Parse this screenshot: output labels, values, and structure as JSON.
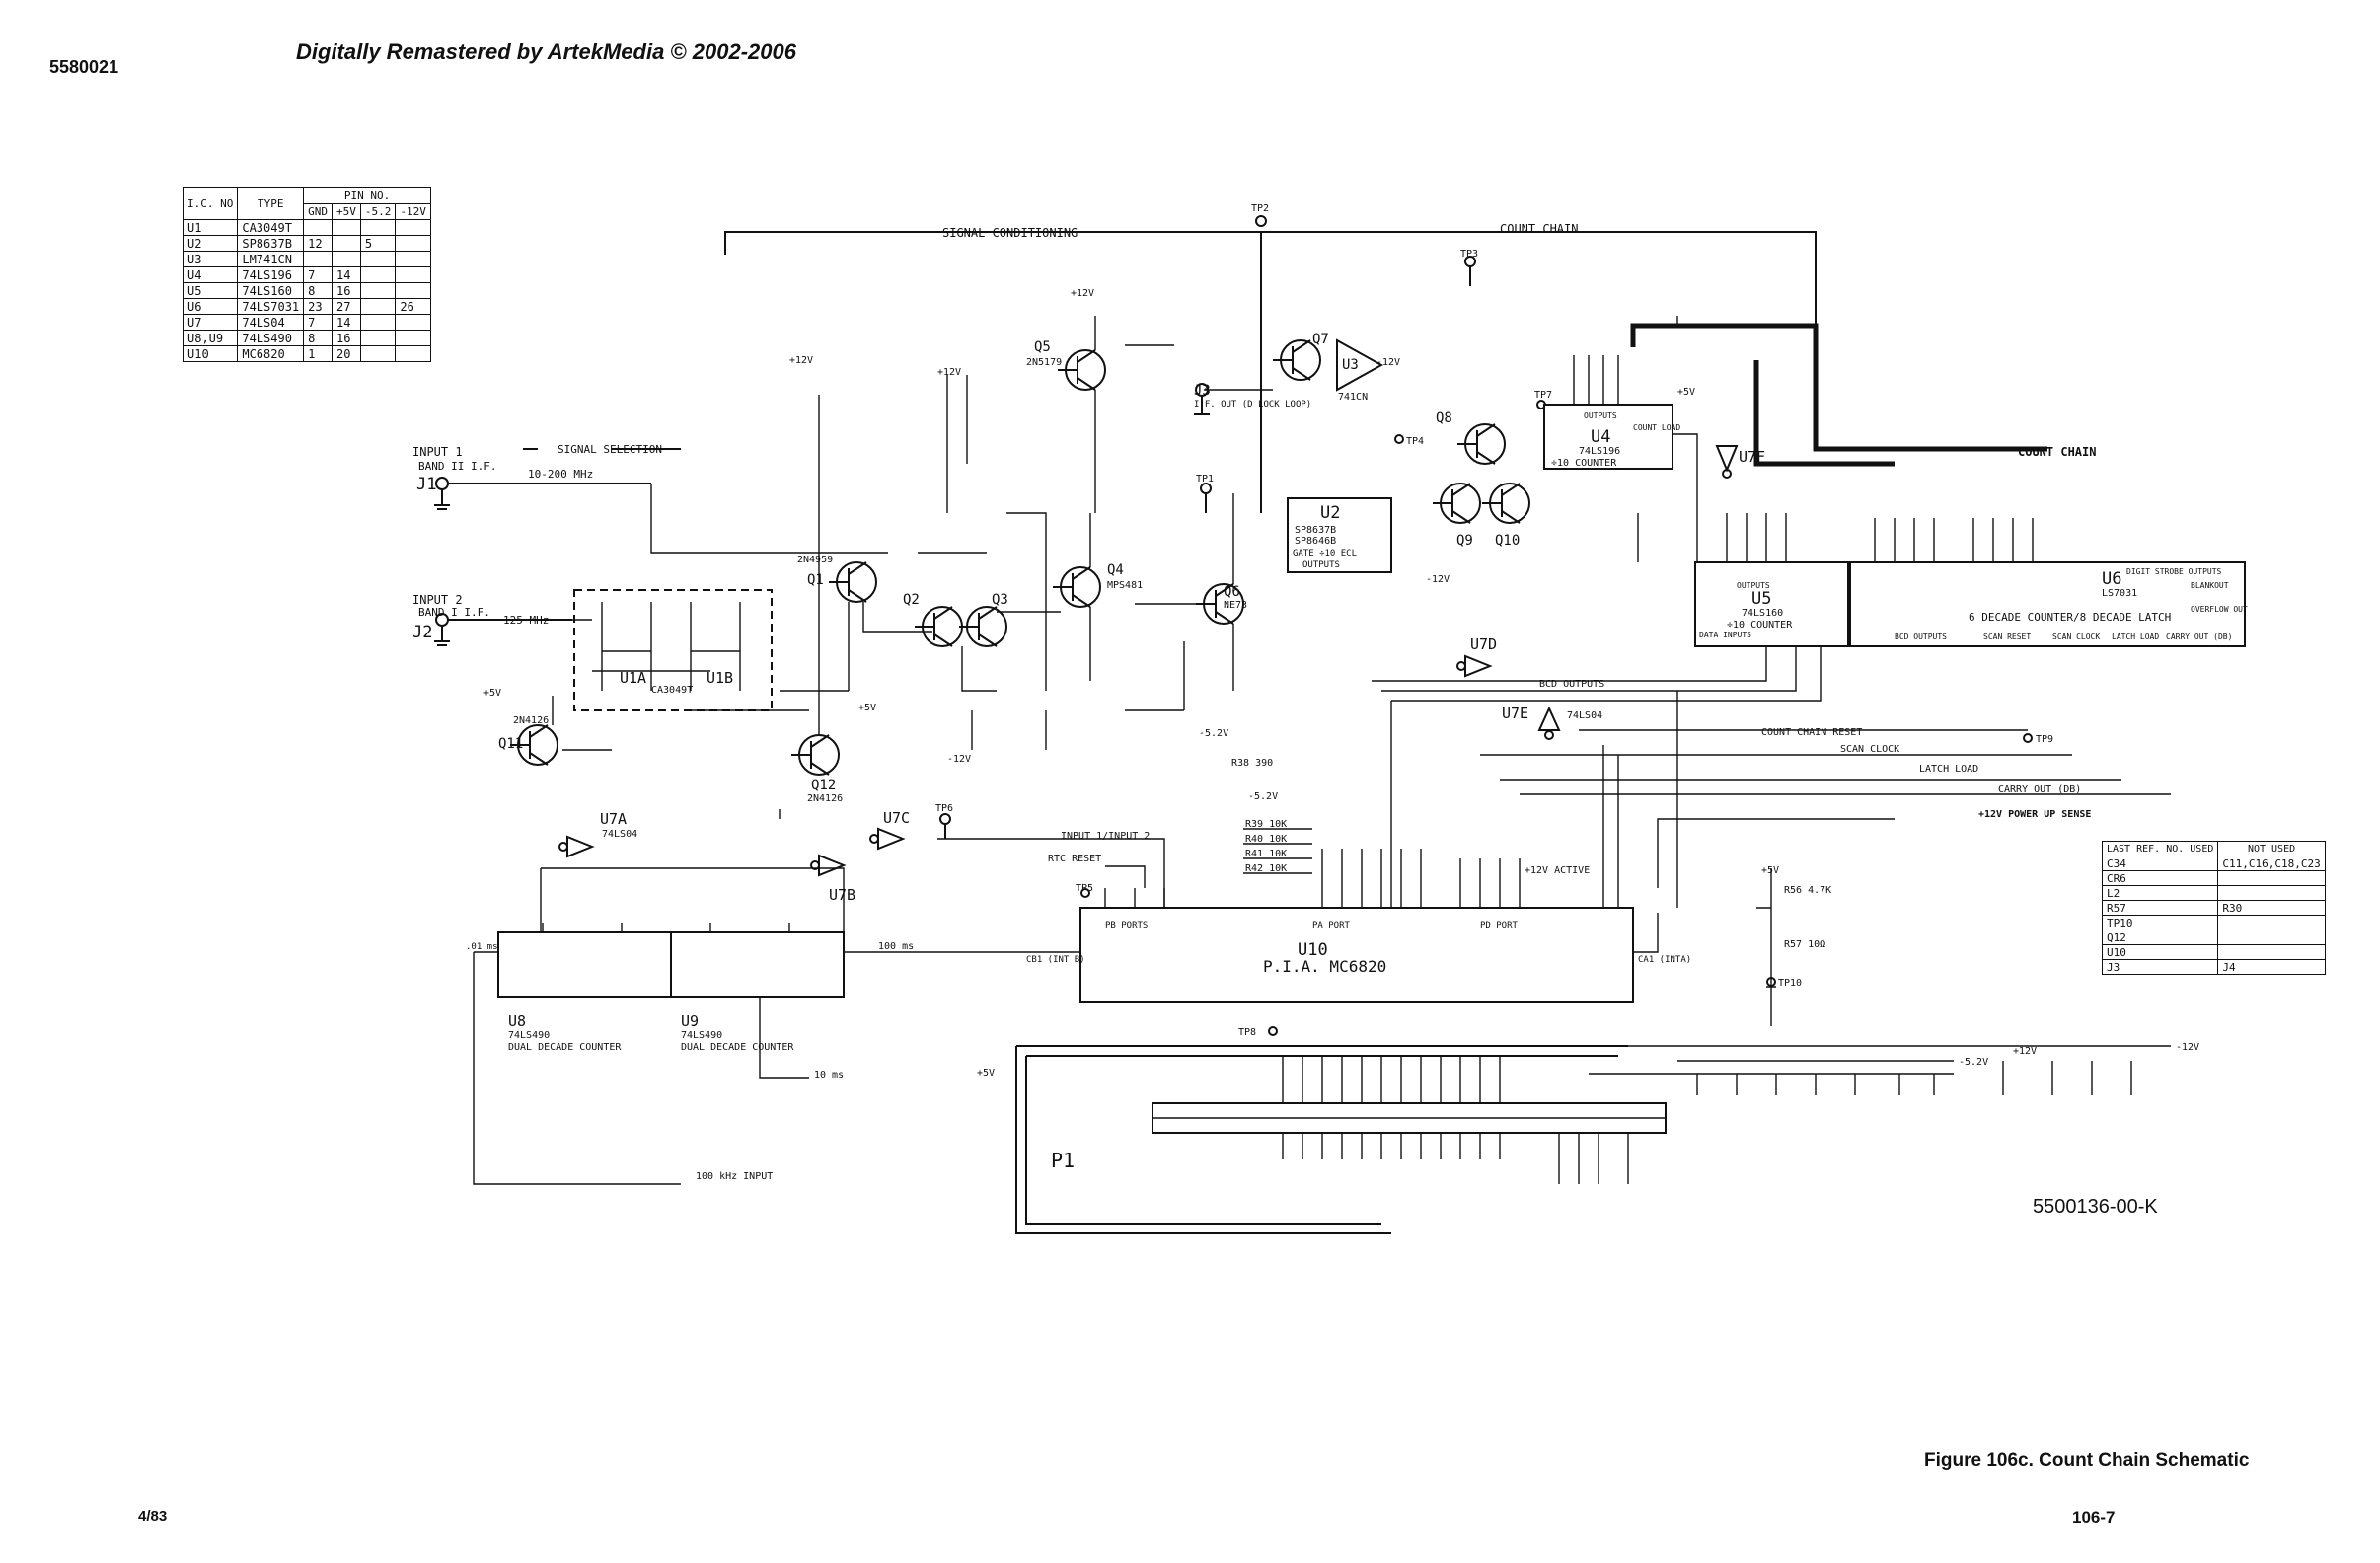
{
  "header": {
    "doc_number": "5580021",
    "credit": "Digitally Remastered by ArtekMedia © 2002-2006"
  },
  "ic_table": {
    "headers": [
      "I.C. NO",
      "TYPE",
      "PIN NO.",
      "GND",
      "+5V",
      "-5.2",
      "-12V"
    ],
    "rows": [
      [
        "U1",
        "CA3049T",
        "",
        "",
        "",
        ""
      ],
      [
        "U2",
        "SP8637B",
        "12",
        "",
        "5",
        ""
      ],
      [
        "U3",
        "LM741CN",
        "",
        "",
        "",
        ""
      ],
      [
        "U4",
        "74LS196",
        "7",
        "14",
        "",
        ""
      ],
      [
        "U5",
        "74LS160",
        "8",
        "16",
        "",
        ""
      ],
      [
        "U6",
        "74LS7031",
        "23",
        "27",
        "",
        "26"
      ],
      [
        "U7",
        "74LS04",
        "7",
        "14",
        "",
        ""
      ],
      [
        "U8,U9",
        "74LS490",
        "8",
        "16",
        "",
        ""
      ],
      [
        "U10",
        "MC6820",
        "1",
        "20",
        "",
        ""
      ]
    ]
  },
  "not_used_table": {
    "headers": [
      "LAST REF. NO. USED",
      "NOT USED"
    ],
    "rows": [
      [
        "C34",
        "C11,C16,C18,C23"
      ],
      [
        "CR6",
        ""
      ],
      [
        "L2",
        ""
      ],
      [
        "R57",
        "R30"
      ],
      [
        "TP10",
        ""
      ],
      [
        "Q12",
        ""
      ],
      [
        "U10",
        ""
      ],
      [
        "J3",
        "J4"
      ]
    ]
  },
  "labels": {
    "signal_conditioning": "SIGNAL CONDITIONING",
    "count_chain": "COUNT CHAIN",
    "count_chain_bus": "COUNT CHAIN",
    "signal_selection": "SIGNAL SELECTION",
    "input1": "INPUT 1",
    "input1_band": "BAND II I.F.",
    "input1_freq": "10-200 MHz",
    "input2": "INPUT 2",
    "input2_band": "BAND I I.F.",
    "input2_freq": "125 MHz",
    "j1": "J1",
    "j2": "J2",
    "j3": "J3",
    "j3_note": "I.F. OUT (D LOCK LOOP)",
    "tp2": "TP2",
    "tp3": "TP3",
    "tp1": "TP1",
    "tp4": "TP4",
    "tp5": "TP5",
    "tp6": "TP6",
    "tp7": "TP7",
    "tp8": "TP8",
    "tp9": "TP9",
    "tp10": "TP10",
    "u1a": "U1A",
    "u1b": "U1B",
    "u1_type": "CA3049T",
    "u2": "U2",
    "u2_type": "SP8637B",
    "u2_type2": "SP8646B",
    "u2_note": "GATE ÷10 ECL",
    "u2_outputs": "OUTPUTS",
    "u3": "U3",
    "u3_type": "741CN",
    "u4": "U4",
    "u4_type": "74LS196",
    "u4_desc": "÷10 COUNTER",
    "u4_outputs": "OUTPUTS",
    "u4_count_load": "COUNT LOAD",
    "u5": "U5",
    "u5_type": "74LS160",
    "u5_desc": "÷10 COUNTER",
    "u5_outputs": "OUTPUTS",
    "u5_data_inputs": "DATA INPUTS",
    "u6": "U6",
    "u6_type": "LS7031",
    "u6_desc": "6 DECADE COUNTER/8 DECADE LATCH",
    "u6_digit_strobe": "DIGIT STROBE OUTPUTS",
    "u6_bcd_outputs": "BCD OUTPUTS",
    "u6_scan_reset": "SCAN RESET",
    "u6_scan_clock": "SCAN CLOCK",
    "u6_latch_load": "LATCH LOAD",
    "u6_carry_out": "CARRY OUT (DB)",
    "u6_overflow": "OVERFLOW OUT",
    "u6_blankout": "BLANKOUT",
    "u7a": "U7A",
    "u7b": "U7B",
    "u7c": "U7C",
    "u7d": "U7D",
    "u7e": "U7E",
    "u7f": "U7F",
    "u7_type": "74LS04",
    "u8": "U8",
    "u9": "U9",
    "u89_type": "74LS490",
    "u89_desc": "DUAL DECADE COUNTER",
    "u10": "U10",
    "u10_desc": "P.I.A. MC6820",
    "pb_ports": "PB PORTS",
    "pa_port": "PA PORT",
    "pd_port": "PD PORT",
    "p1": "P1",
    "q1": "Q1",
    "q1_type": "2N4959",
    "q2": "Q2",
    "q3": "Q3",
    "q4": "Q4",
    "q4_type": "MPS481",
    "q5": "Q5",
    "q5_type": "2N5179",
    "q6": "Q6",
    "q6_type": "NE73",
    "q7": "Q7",
    "q8": "Q8",
    "q9": "Q9",
    "q10": "Q10",
    "q11": "Q11",
    "q11_type": "2N4126",
    "q12": "Q12",
    "q12_type": "2N4126",
    "bcd_outputs": "BCD OUTPUTS",
    "count_chain_reset": "COUNT CHAIN RESET",
    "scan_clock": "SCAN CLOCK",
    "latch_load": "LATCH LOAD",
    "carry_out_db": "CARRY OUT (DB)",
    "power_up_sense": "+12V POWER UP SENSE",
    "input_sel": "INPUT 1/INPUT 2",
    "rtc_reset": "RTC RESET",
    "pwr_active": "+12V ACTIVE",
    "freq_100ms": "100 ms",
    "freq_10ms": "10 ms",
    "freq_100khz": "100 kHz INPUT",
    "freq_01ms": ".01 ms",
    "cb1": "CB1 (INT B)",
    "ca1": "CA1 (INTA)",
    "vplus5": "+5V",
    "vplus12": "+12V",
    "vminus12": "-12V",
    "vminus52": "-5.2V",
    "r56": "R56 4.7K",
    "r57": "R57 10Ω",
    "r39": "R39 10K",
    "r40": "R40 10K",
    "r41": "R41 10K",
    "r42": "R42 10K",
    "r38": "R38 390"
  },
  "footer": {
    "drawing_number": "5500136-00-K",
    "figure_caption": "Figure 106c. Count Chain Schematic",
    "date": "4/83",
    "page": "106-7"
  }
}
